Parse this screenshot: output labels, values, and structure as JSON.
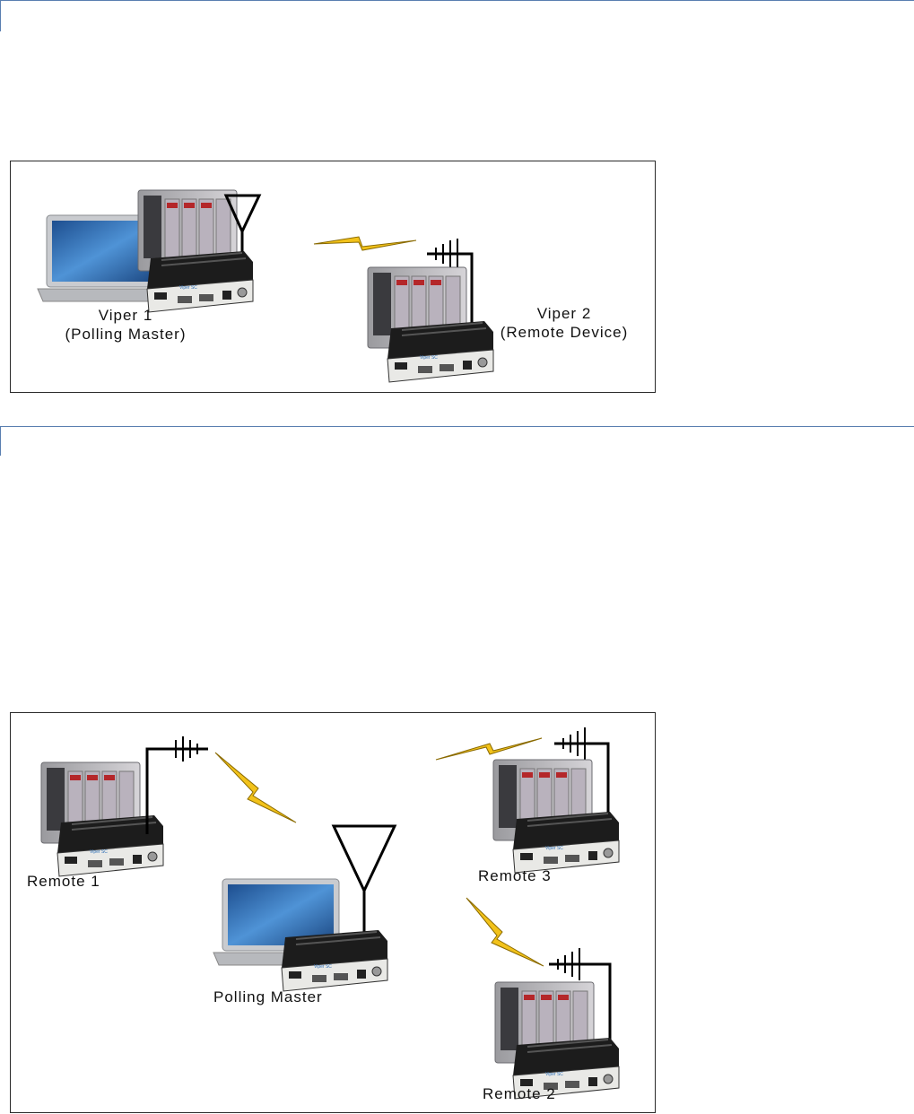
{
  "figure1": {
    "labels": {
      "viper1_name": "Viper 1",
      "viper1_role": "(Polling Master)",
      "viper2_name": "Viper 2",
      "viper2_role": "(Remote Device)"
    }
  },
  "figure2": {
    "labels": {
      "remote1": "Remote 1",
      "remote2": "Remote 2",
      "remote3": "Remote 3",
      "polling_master": "Polling Master"
    }
  },
  "colors": {
    "section_rule": "#5a7fb0",
    "lightning": "#f2c21a",
    "device_body": "#1c1c1c",
    "device_face": "#e9e9e6",
    "screen": "#2f6fb6"
  }
}
